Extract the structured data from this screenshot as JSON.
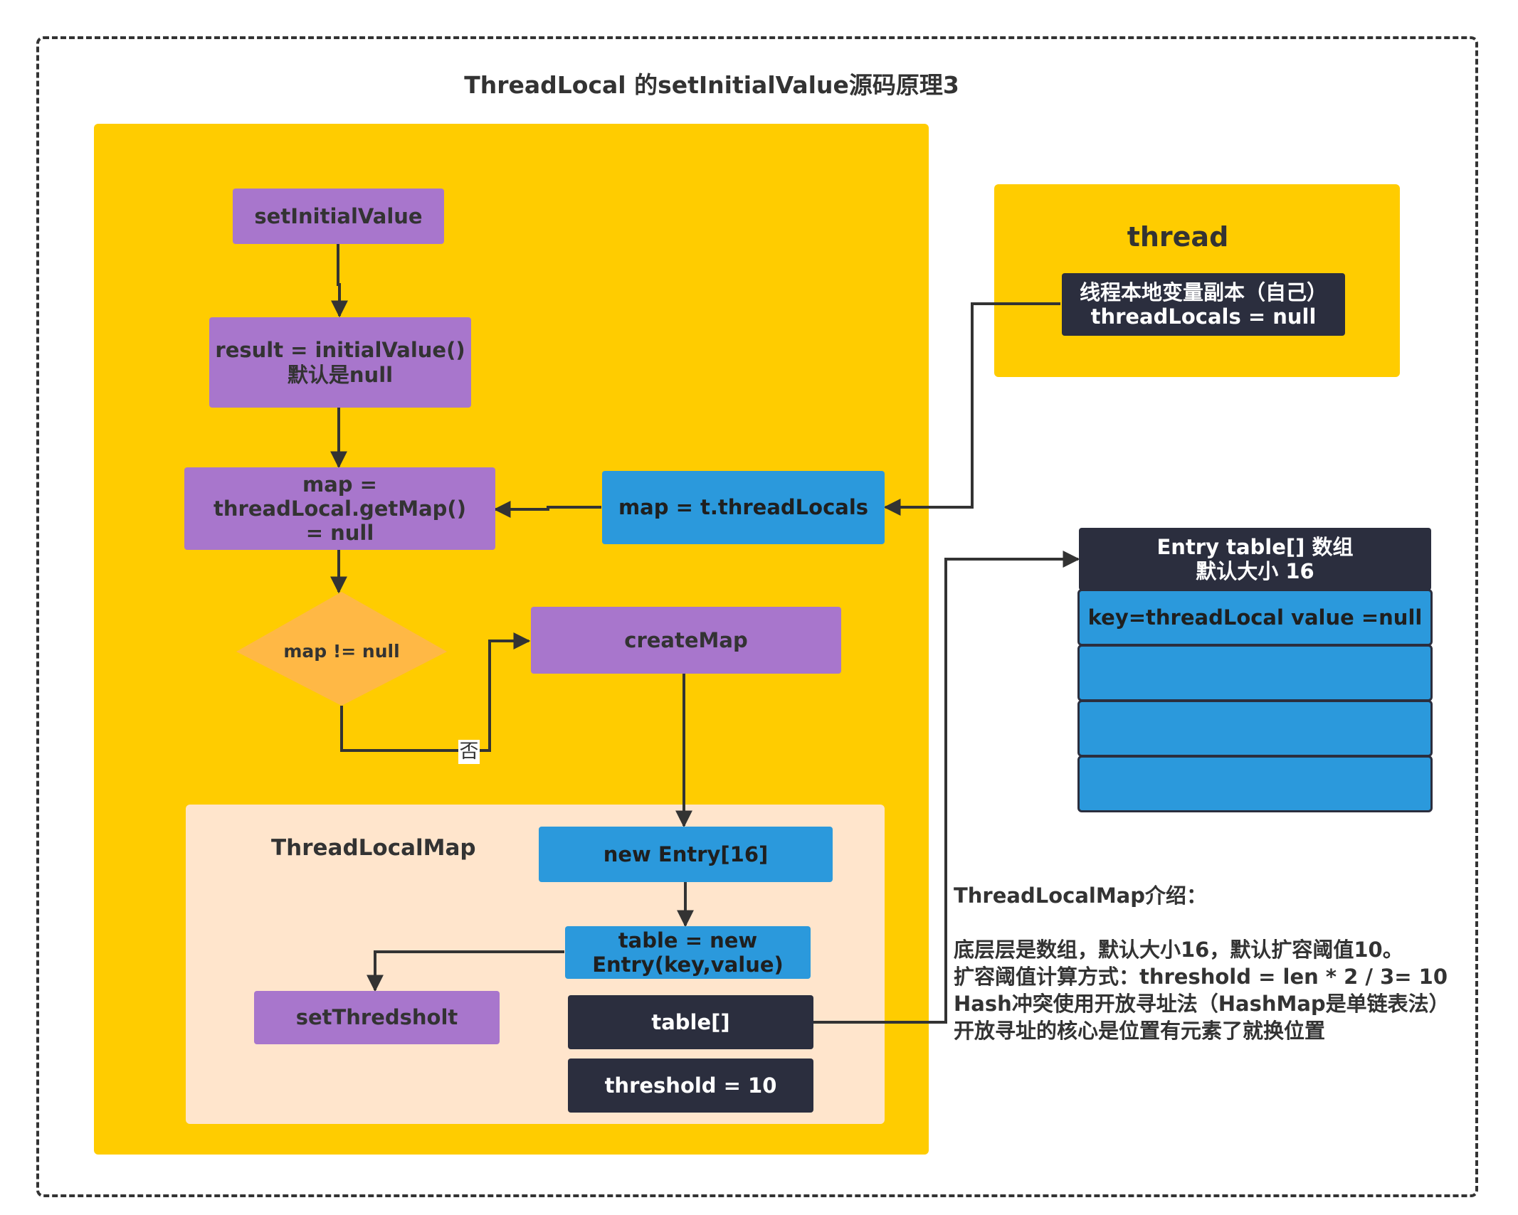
{
  "title": "ThreadLocal  的setInitialValue源码原理3",
  "nodes": {
    "set_initial_value": "setInitialValue",
    "result_line1": "result = initialValue()",
    "result_line2": "默认是null",
    "map_line1": "map =",
    "map_line2": "threadLocal.getMap()",
    "map_line3": "= null",
    "map_thread_locals": "map  = t.threadLocals",
    "decision": "map  != null",
    "create_map": "createMap",
    "branch_no": "否"
  },
  "thread_panel": {
    "title": "thread",
    "copy_line1": "线程本地变量副本（自己）",
    "copy_line2": "threadLocals = null"
  },
  "thread_local_map": {
    "title": "ThreadLocalMap",
    "new_entry": "new Entry[16]",
    "table_new_line1": "table = new",
    "table_new_line2": "Entry(key,value)",
    "set_threshold": "setThredsholt",
    "table_field": "table[]",
    "threshold_field": "threshold = 10"
  },
  "entry_table": {
    "header_line1": "Entry table[] 数组",
    "header_line2": "默认大小 16",
    "rows": [
      "key=threadLocal value =null",
      "",
      "",
      ""
    ]
  },
  "intro": {
    "heading": "ThreadLocalMap介绍：",
    "lines": [
      "底层层是数组，默认大小16，默认扩容阈值10。",
      "扩容阈值计算方式：threshold = len * 2 / 3= 10",
      "Hash冲突使用开放寻址法（HashMap是单链表法）",
      "开放寻址的核心是位置有元素了就换位置"
    ]
  },
  "colors": {
    "region_yellow": "#ffcc00",
    "region_peach": "#ffe5cc",
    "node_purple": "#a876cc",
    "node_blue": "#2b99dc",
    "node_dark": "#2b2e3e",
    "decision_orange": "#ffb845",
    "line": "#333333"
  }
}
